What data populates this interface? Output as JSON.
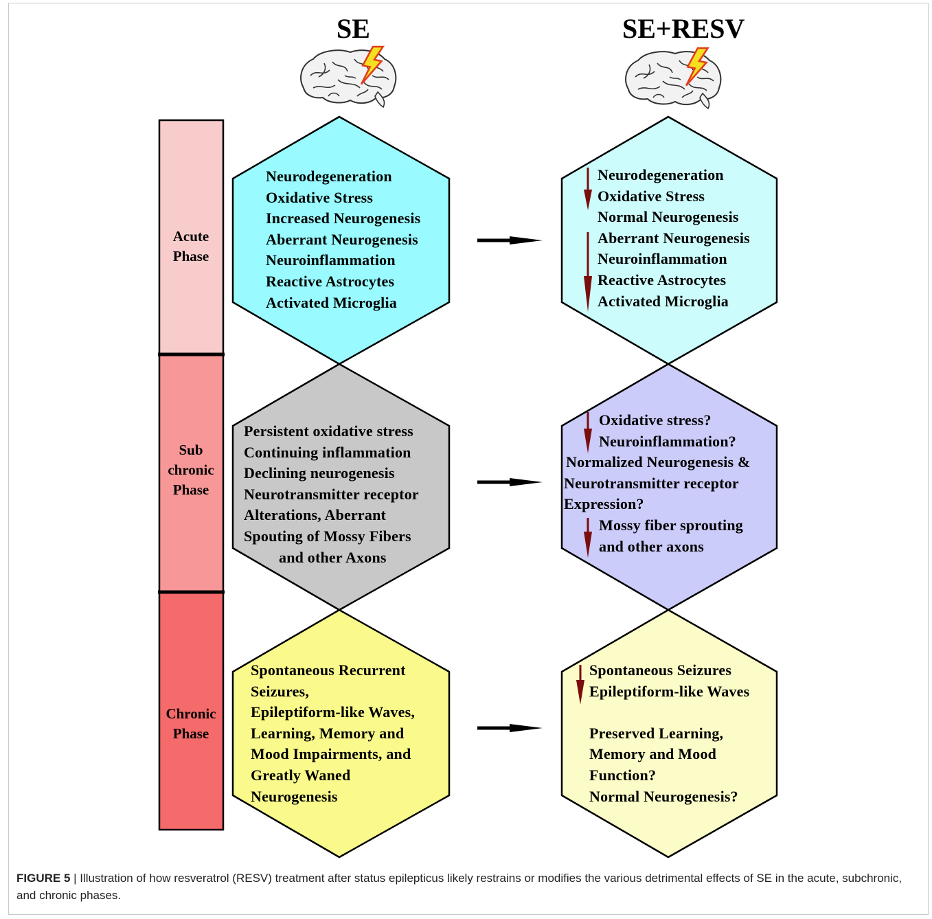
{
  "columns": {
    "left": "SE",
    "right": "SE+RESV"
  },
  "phases": {
    "acute": [
      "Acute",
      "Phase"
    ],
    "subchronic": [
      "Sub",
      "chronic",
      "Phase"
    ],
    "chronic": [
      "Chronic",
      "Phase"
    ]
  },
  "se": {
    "acute": [
      "Neurodegeneration",
      "Oxidative Stress",
      "Increased Neurogenesis",
      "Aberrant Neurogenesis",
      "Neuroinflammation",
      "Reactive Astrocytes",
      "Activated Microglia"
    ],
    "subchronic": [
      "Persistent oxidative stress",
      "Continuing inflammation",
      "Declining neurogenesis",
      "Neurotransmitter receptor",
      "Alterations, Aberrant",
      "Spouting of Mossy Fibers",
      "and other Axons"
    ],
    "chronic": [
      "Spontaneous Recurrent",
      "Seizures,",
      "Epileptiform-like Waves,",
      "Learning, Memory and",
      "Mood Impairments, and",
      "Greatly Waned",
      "Neurogenesis"
    ]
  },
  "resv": {
    "acute": [
      "Neurodegeneration",
      "Oxidative Stress",
      "Normal Neurogenesis",
      "Aberrant Neurogenesis",
      "Neuroinflammation",
      "Reactive Astrocytes",
      "Activated Microglia"
    ],
    "subchronic": [
      "Oxidative stress?",
      "Neuroinflammation?",
      "Normalized Neurogenesis &",
      "Neurotransmitter receptor",
      "Expression?",
      "Mossy fiber sprouting",
      "and other axons"
    ],
    "chronic": [
      "Spontaneous Seizures",
      "Epileptiform-like Waves",
      "Preserved Learning,",
      "Memory and Mood",
      "Function?",
      "Normal Neurogenesis?"
    ]
  },
  "caption": {
    "label": "FIGURE 5",
    "text": " | Illustration of how resveratrol (RESV) treatment after status epilepticus likely restrains or modifies the various detrimental effects of SE in the acute, subchronic, and chronic phases."
  },
  "colors": {
    "acute_phase": "#f9cccc",
    "subchronic_phase": "#f79797",
    "chronic_phase": "#f56a6a",
    "se_acute": "#99fbff",
    "se_subchronic": "#c8c8c8",
    "se_chronic": "#fafa8c",
    "resv_acute": "#ccfcfc",
    "resv_subchronic": "#ccccfa",
    "resv_chronic": "#fcfcc8",
    "down_arrow": "#7a0d0d",
    "bolt": "#f5e020",
    "bolt_outline": "#e23d1c"
  }
}
